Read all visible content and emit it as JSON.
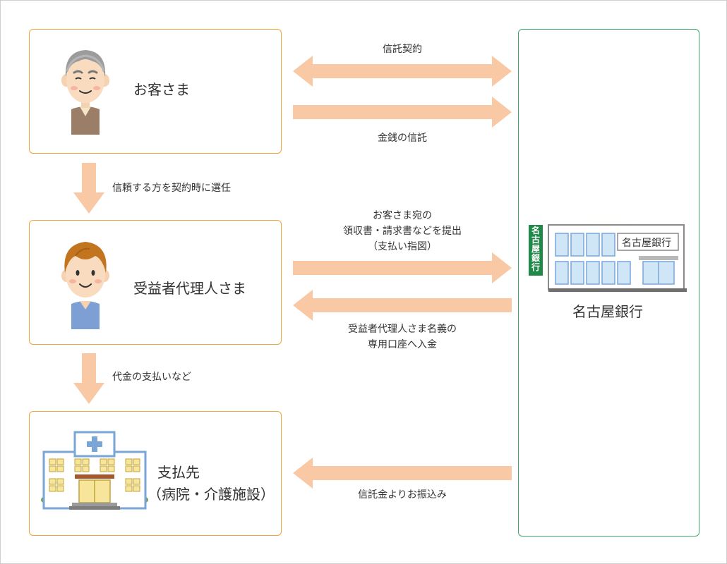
{
  "actors": {
    "customer": "お客さま",
    "agent": "受益者代理人さま",
    "payee_line1": "支払先",
    "payee_line2": "（病院・介護施設）"
  },
  "bank": {
    "name": "名古屋銀行",
    "sign_horizontal": "名古屋銀行",
    "sign_vertical": "名古屋銀行"
  },
  "flows": {
    "trust_contract": "信託契約",
    "money_trust": "金銭の信託",
    "appoint": "信頼する方を契約時に選任",
    "submit_receipts": [
      "お客さま宛の",
      "領収書・請求書などを提出",
      "（支払い指図）"
    ],
    "deposit": [
      "受益者代理人さま名義の",
      "専用口座へ入金"
    ],
    "payment": "代金の支払いなど",
    "transfer": "信託金よりお振込み"
  },
  "colors": {
    "arrow": "#f8c9a4",
    "box_border": "#f0a33a",
    "bank_border": "#3aa868",
    "bank_green": "#1f8a48",
    "window_blue": "#cfe6f7"
  },
  "icons": {
    "customer": "elderly-man-icon",
    "agent": "young-man-icon",
    "payee": "hospital-building-icon",
    "bank": "bank-building-icon"
  }
}
